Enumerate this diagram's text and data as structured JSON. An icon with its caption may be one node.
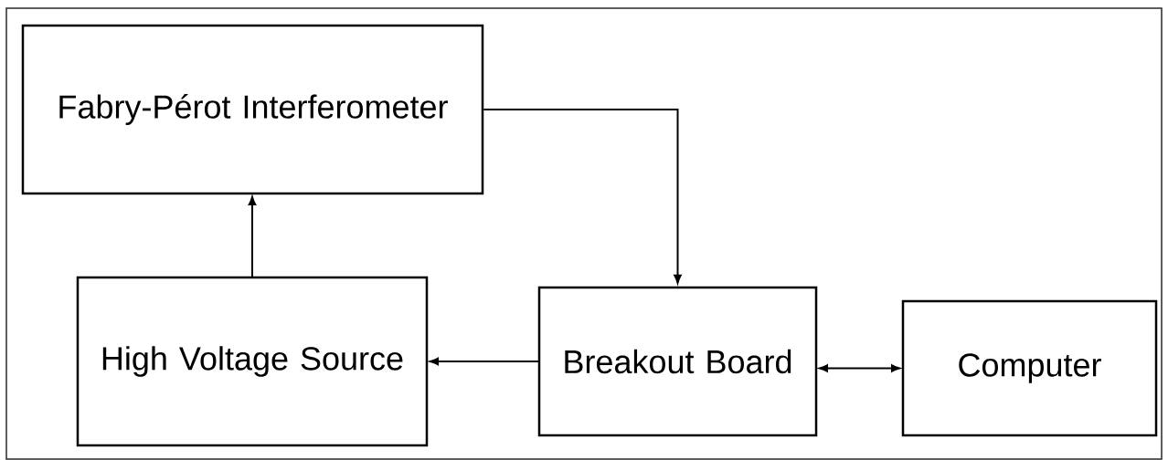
{
  "diagram": {
    "nodes": [
      {
        "text": [
          "Fabry-Pérot Interferometer"
        ]
      },
      {
        "text": [
          "High Voltage Source"
        ]
      },
      {
        "text": [
          "Breakout Board"
        ]
      },
      {
        "text": [
          "Computer"
        ]
      }
    ],
    "edges": [
      {
        "from": 1,
        "to": 0,
        "arrow": "to"
      },
      {
        "from": 0,
        "to": 2,
        "arrow": "to"
      },
      {
        "from": 2,
        "to": 1,
        "arrow": "to"
      },
      {
        "from": 2,
        "to": 3,
        "arrow": "both"
      }
    ]
  }
}
